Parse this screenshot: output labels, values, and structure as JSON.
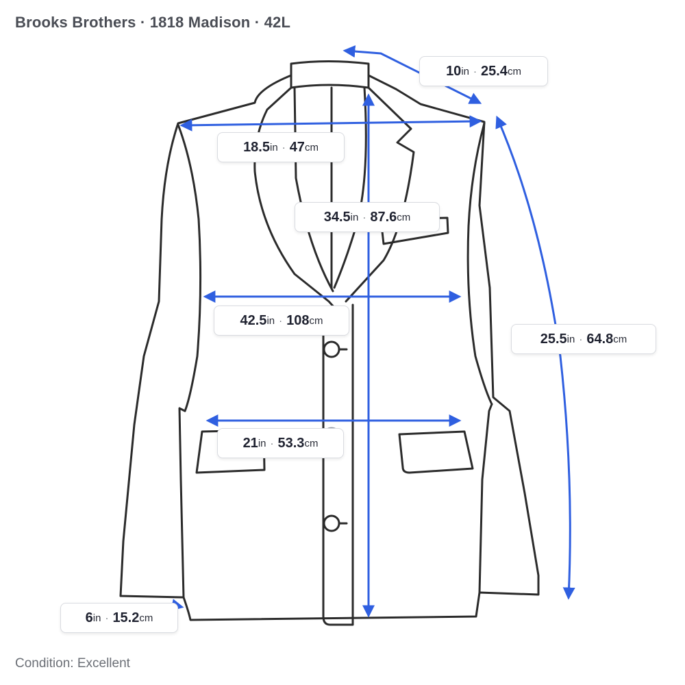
{
  "title": "Brooks Brothers · 1818 Madison · 42L",
  "footer": "Condition: Excellent",
  "accent_color": "#2f5fe0",
  "outline_color": "#2b2b2b",
  "measurements": {
    "shoulder_seam": {
      "in": "10",
      "cm": "25.4",
      "unit_in": "in",
      "unit_cm": "cm"
    },
    "shoulder_width": {
      "in": "18.5",
      "cm": "47",
      "unit_in": "in",
      "unit_cm": "cm"
    },
    "length": {
      "in": "34.5",
      "cm": "87.6",
      "unit_in": "in",
      "unit_cm": "cm"
    },
    "chest": {
      "in": "42.5",
      "cm": "108",
      "unit_in": "in",
      "unit_cm": "cm"
    },
    "sleeve": {
      "in": "25.5",
      "cm": "64.8",
      "unit_in": "in",
      "unit_cm": "cm"
    },
    "waist": {
      "in": "21",
      "cm": "53.3",
      "unit_in": "in",
      "unit_cm": "cm"
    },
    "cuff": {
      "in": "6",
      "cm": "15.2",
      "unit_in": "in",
      "unit_cm": "cm"
    }
  }
}
